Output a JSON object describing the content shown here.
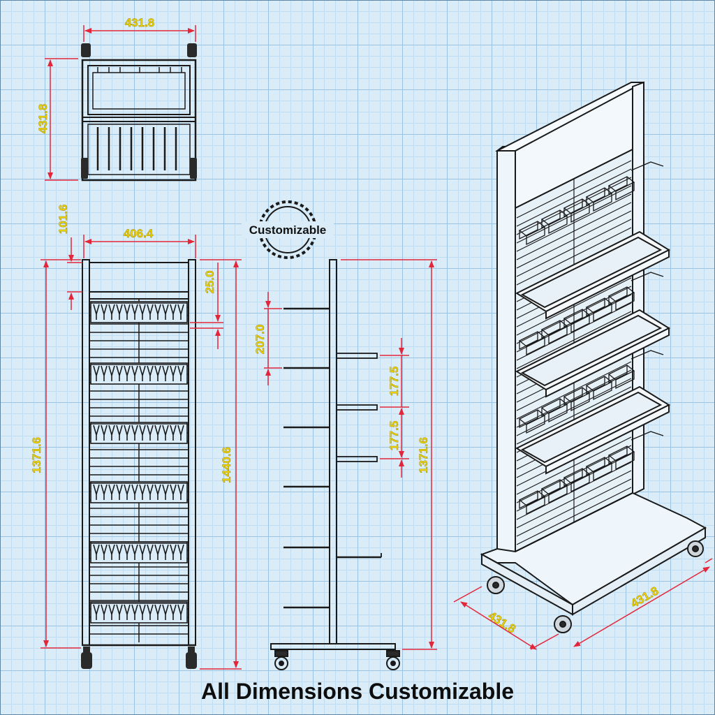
{
  "caption": "All Dimensions Customizable",
  "stamp_text": "Customizable",
  "colors": {
    "background": "#d9ecf8",
    "grid": "#9cc3e2",
    "dimension_line": "#e3263a",
    "dimension_text": "#f2d400",
    "drawing_line": "#1a1a1a"
  },
  "top_view": {
    "width": "431.8",
    "depth": "431.8"
  },
  "front_view": {
    "width": "406.4",
    "top_offset": "101.6",
    "header_gap": "25.0",
    "height": "1371.6",
    "overall_height": "1440.6"
  },
  "side_view": {
    "hook_spacing": "207.0",
    "shelf_spacing_1": "177.5",
    "shelf_spacing_2": "177.5",
    "height": "1371.6"
  },
  "iso_view": {
    "depth": "431.8",
    "width": "431.8"
  }
}
